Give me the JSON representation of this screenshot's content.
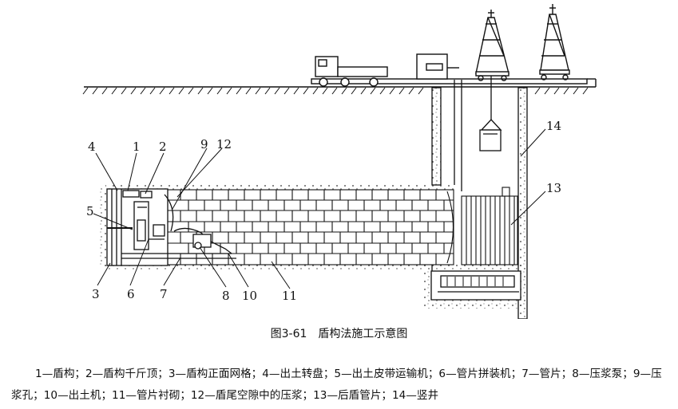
{
  "figure": {
    "caption": "图3-61　盾构法施工示意图",
    "legend": "1—盾构；2—盾构千斤顶；3—盾构正面网格；4—出土转盘；5—出土皮带运输机；6—管片拼装机；7—管片；8—压浆泵；9—压浆孔；10—出土机；11—管片衬砌；12—盾尾空隙中的压浆；13—后盾管片；14—竖井"
  },
  "labels": [
    "1",
    "2",
    "3",
    "4",
    "5",
    "6",
    "7",
    "8",
    "9",
    "10",
    "11",
    "12",
    "13",
    "14"
  ]
}
